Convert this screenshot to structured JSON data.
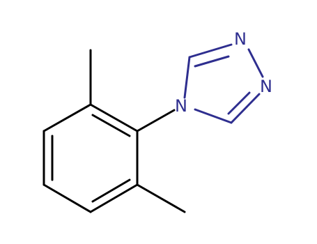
{
  "structure": {
    "atoms": [
      {
        "symbol": "N"
      },
      {
        "symbol": "N"
      },
      {
        "symbol": "N"
      }
    ],
    "colors": {
      "bond": "#000000",
      "nitrogen": "#2e2e8f",
      "background": "#ffffff"
    }
  }
}
